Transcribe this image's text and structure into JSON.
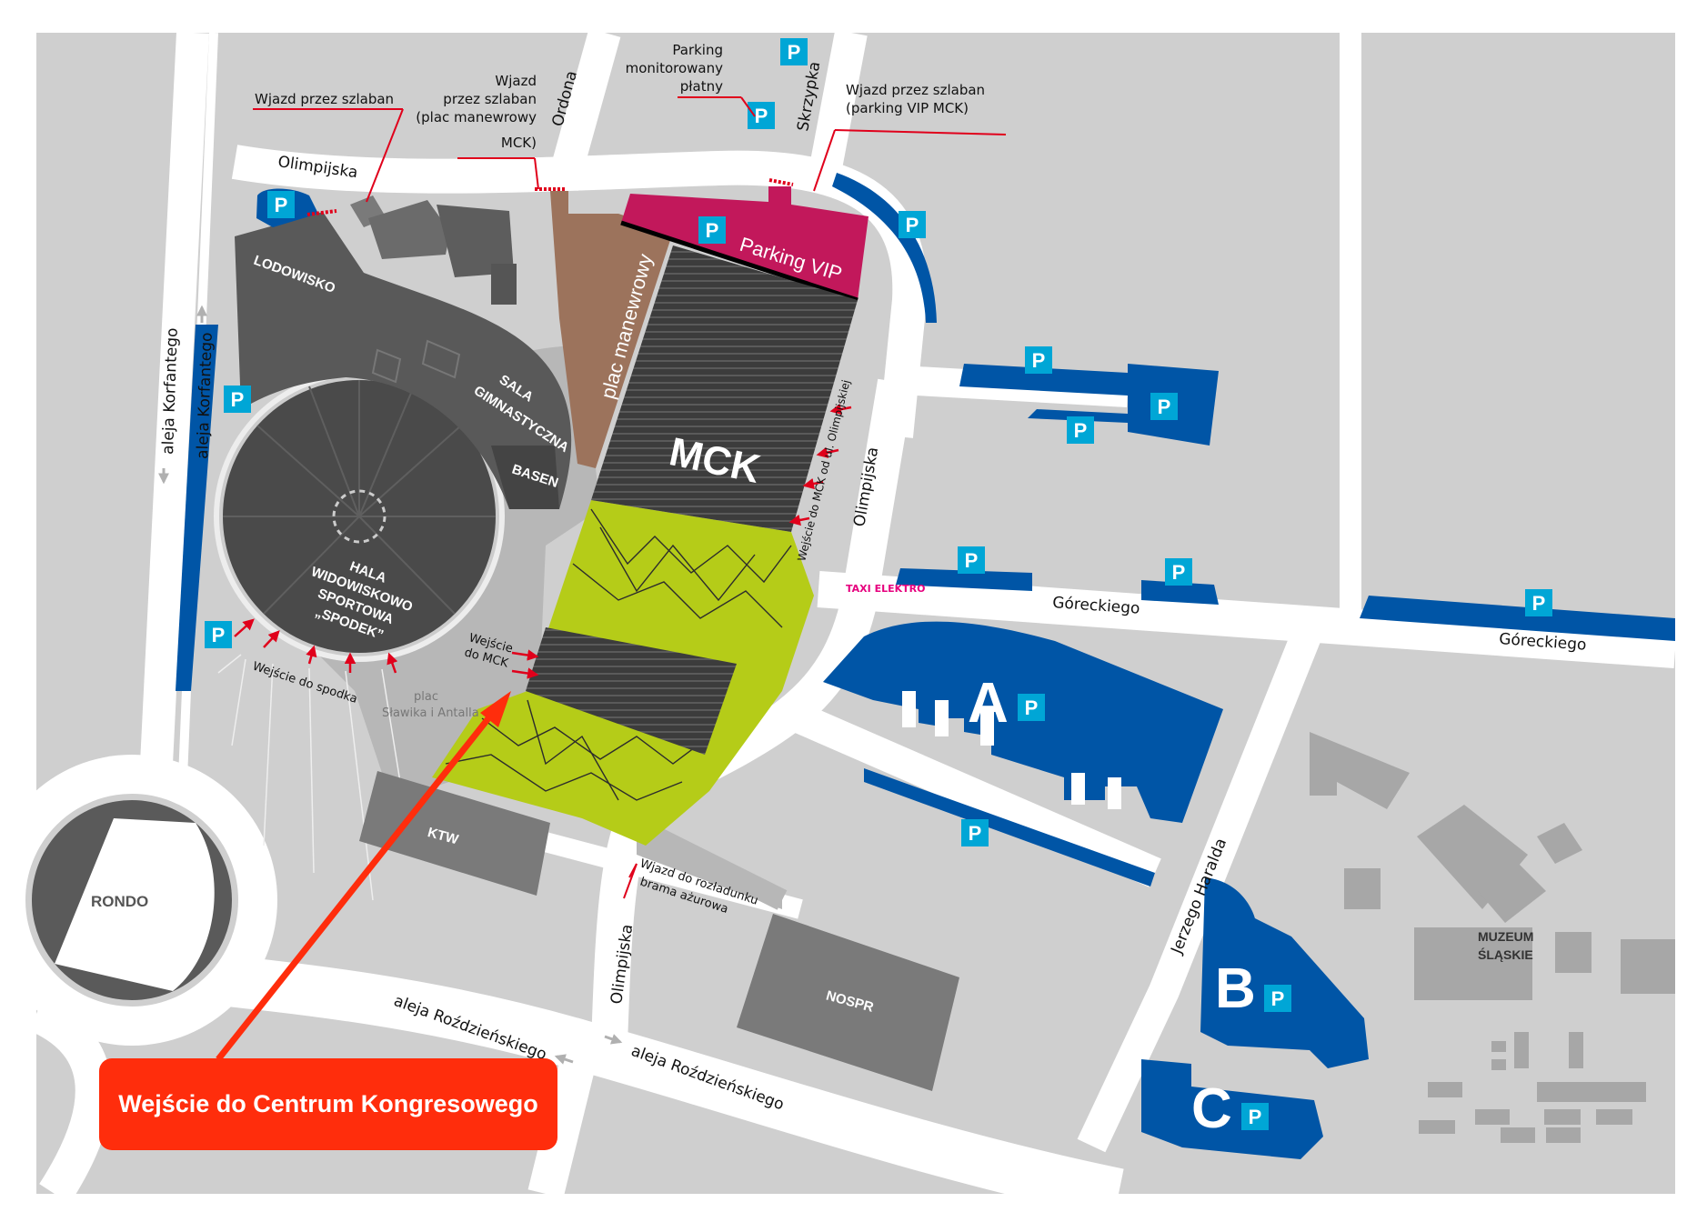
{
  "colors": {
    "background_frame": "#ffffff",
    "map_ground": "#cfcfcf",
    "road": "#ffffff",
    "parking_blue": "#0055a6",
    "parking_sign": "#00a6d6",
    "building_dark": "#555555",
    "building_grey": "#a7a7a7",
    "vip_magenta": "#c2185b",
    "plac_brown": "#9c735c",
    "green_area": "#b5cc18",
    "red_arrow": "#ff2d0c",
    "annotation_red": "#e0001b"
  },
  "streets": {
    "olimpijska": "Olimpijska",
    "ordona": "Ordona",
    "skrzypka": "Skrzypka",
    "korfantego": "aleja Korfantego",
    "goreckiego": "Góreckiego",
    "rozdzienskiego": "aleja Roździeńskiego",
    "haralda": "Jerzego Haralda"
  },
  "annotations": {
    "barrier_1": "Wjazd przez szlaban",
    "barrier_2_lines": [
      "Wjazd",
      "przez szlaban",
      "(plac manewrowy",
      "MCK)"
    ],
    "monitored_lines": [
      "Parking",
      "monitorowany",
      "płatny"
    ],
    "barrier_vip_lines": [
      "Wjazd przez szlaban",
      "(parking VIP MCK)"
    ],
    "mck_entrance_olimp": "Wejście do MCK od ul. Olimpijskiej",
    "taxi": "TAXI ELEKTRO",
    "mck_entrance_lines": [
      "Wejście",
      "do MCK"
    ],
    "spodek_entrance": "Wejście do spodka",
    "unloading_lines": [
      "Wjazd do rozładunku",
      "brama ażurowa"
    ],
    "plac_lines": [
      "plac",
      "Sławika i Antalla"
    ]
  },
  "buildings": {
    "mck": "MCK",
    "parking_vip": "Parking VIP",
    "plac_manewrowy": "plac manewrowy",
    "lodowisko": "LODOWISKO",
    "sala_lines": [
      "SALA",
      "GIMNASTYCZNA"
    ],
    "basen": "BASEN",
    "spodek_lines": [
      "HALA",
      "WIDOWISKOWO",
      "SPORTOWA",
      "„SPODEK”"
    ],
    "ktw": "KTW",
    "nospr": "NOSPR",
    "rondo": "RONDO",
    "muzeum_lines": [
      "MUZEUM",
      "ŚLĄSKIE"
    ]
  },
  "parking": {
    "sign": "P",
    "lot_a": "A",
    "lot_b": "B",
    "lot_c": "C"
  },
  "cta": {
    "label": "Wejście do Centrum Kongresowego"
  }
}
